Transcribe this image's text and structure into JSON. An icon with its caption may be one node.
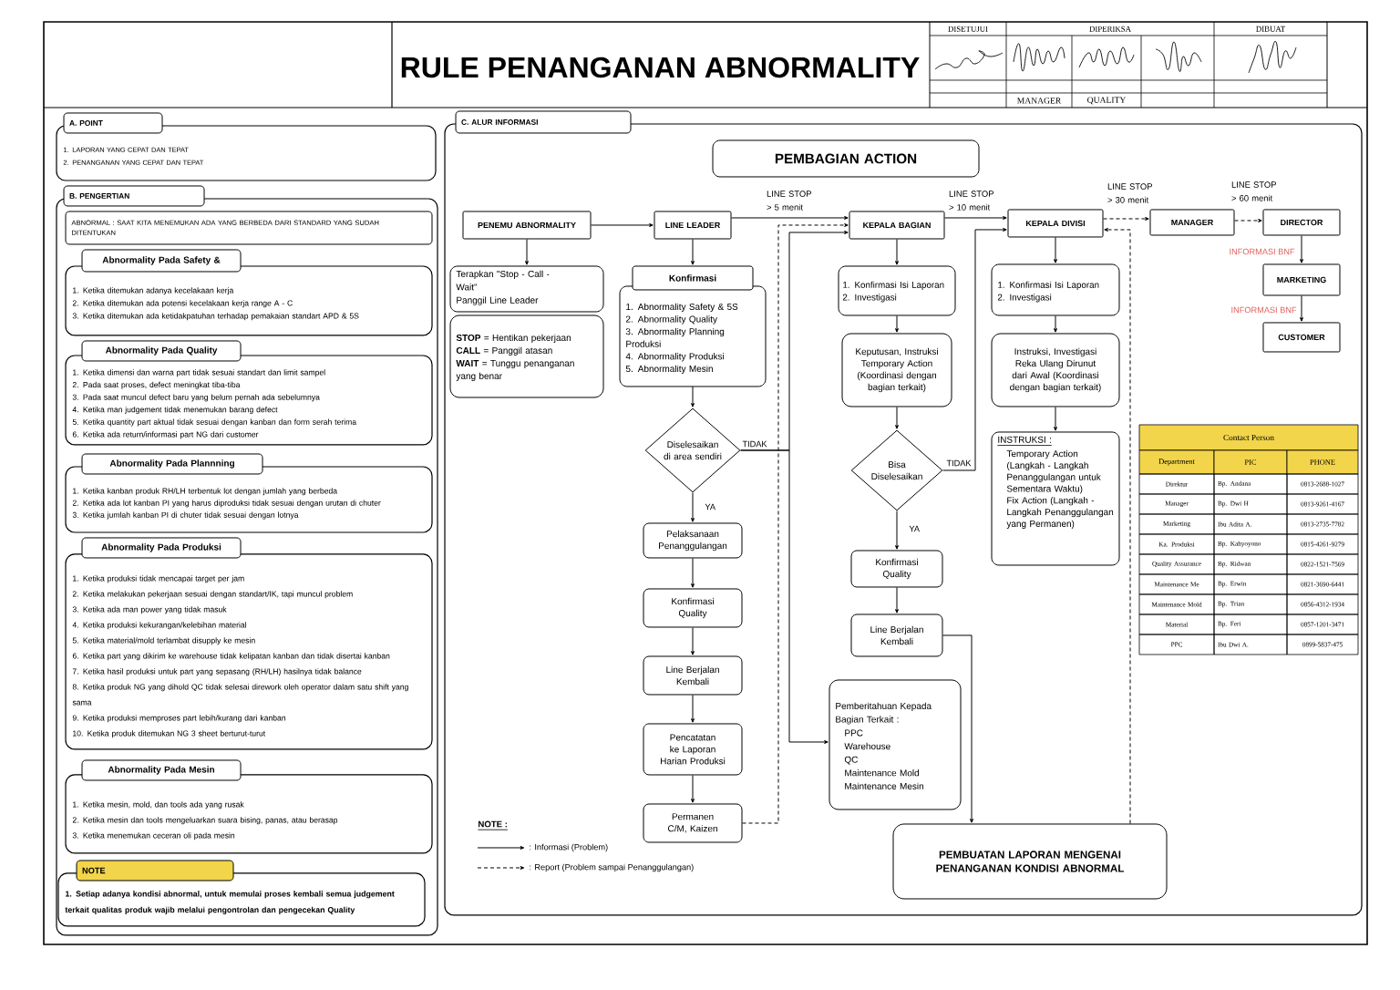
{
  "diagram": {
    "title": "RULE PENANGANAN ABNORMALITY",
    "nodes": [
      {
        "text": [
          "A. POINT",
          "1. LAPORAN YANG CEPAT DAN TEPAT",
          "2. PENANGANAN YANG CEPAT DAN TEPAT"
        ]
      },
      {
        "text": [
          "B. PENGERTIAN"
        ]
      },
      {
        "text": [
          "ABNORMAL : SAAT KITA MENEMUKAN ADA YANG BERBEDA DARI STANDARD YANG SUDAH DITENTUKAN"
        ],
        "in": 1
      },
      {
        "text": [
          "Abnormality Pada Safety &",
          "1. Ketika ditemukan adanya kecelakaan kerja",
          "2. Ketika ditemukan ada potensi kecelakaan kerja range A - C",
          "3. Ketika ditemukan ada ketidakpatuhan terhadap pemakaian standart APD & 5S"
        ],
        "in": 1
      },
      {
        "text": [
          "Abnormality Pada Quality",
          "1. Ketika dimensi dan warna part tidak sesuai standart dan limit sampel",
          "2. Pada saat proses, defect meningkat tiba-tiba",
          "3. Pada saat muncul defect baru yang belum pernah ada sebelumnya",
          "4. Ketika man judgement tidak menemukan barang defect",
          "5. Ketika quantity part aktual tidak sesuai dengan kanban dan form serah terima",
          "6. Ketika ada return/informasi part NG dari customer"
        ],
        "in": 1
      },
      {
        "text": [
          "Abnormality Pada Plannning",
          "1. Ketika kanban produk RH/LH terbentuk lot dengan jumlah yang berbeda",
          "2. Ketika ada lot kanban PI yang harus diproduksi tidak sesuai dengan urutan di chuter",
          "3. Ketika jumlah kanban PI di chuter tidak sesuai dengan lotnya"
        ],
        "in": 1
      },
      {
        "text": [
          "Abnormality Pada Produksi",
          "1. Ketika produksi tidak mencapai target per jam",
          "2. Ketika melakukan pekerjaan sesuai dengan standart/IK, tapi muncul problem",
          "3. Ketika ada man power yang tidak masuk",
          "4. Ketika produksi kekurangan/kelebihan material",
          "5. Ketika material/mold terlambat disupply ke mesin",
          "6. Ketika part yang dikirim ke warehouse tidak kelipatan kanban dan tidak disertai kanban",
          "7. Ketika hasil produksi untuk part yang sepasang (RH/LH) hasilnya tidak balance",
          "8. Ketika produk NG yang dihold QC tidak selesai dirework oleh operator dalam satu shift yang sama",
          "9. Ketika produksi memproses part lebih/kurang dari kanban",
          "10. Ketika produk ditemukan NG 3 sheet berturut-turut"
        ],
        "in": 1
      },
      {
        "text": [
          "Abnormality Pada Mesin",
          "1. Ketika mesin, mold, dan tools ada yang rusak",
          "2. Ketika mesin dan tools mengeluarkan suara bising, panas, atau berasap",
          "3. Ketika menemukan ceceran oli pada mesin"
        ],
        "in": 1
      },
      {
        "text": [
          "NOTE",
          "1. Setiap adanya kondisi abnormal, untuk memulai proses kembali semua judgement terkait qualitas produk wajib melalui pengontrolan dan pengecekan Quality"
        ],
        "in": 1
      },
      {
        "text": [
          "C. ALUR INFORMASI"
        ]
      },
      {
        "text": [
          "PEMBAGIAN ACTION"
        ],
        "in": 9
      },
      {
        "text": [
          "PENEMU ABNORMALITY"
        ],
        "in": 9
      },
      {
        "text": [
          "LINE LEADER"
        ],
        "in": 9
      },
      {
        "text": [
          "KEPALA BAGIAN"
        ],
        "in": 9
      },
      {
        "text": [
          "KEPALA DIVISI"
        ],
        "in": 9
      },
      {
        "text": [
          "MANAGER"
        ],
        "in": 9
      },
      {
        "text": [
          "DIRECTOR"
        ],
        "in": 9
      },
      {
        "text": [
          "MARKETING"
        ],
        "in": 9
      },
      {
        "text": [
          "CUSTOMER"
        ],
        "in": 9
      },
      {
        "text": [
          "Terapkan \"Stop - Call - Wait\"",
          "Panggil Line Leader"
        ],
        "in": 9
      },
      {
        "text": [
          "**STOP** = Hentikan pekerjaan",
          "**CALL** = Panggil atasan",
          "**WAIT** = Tunggu penanganan yang benar"
        ],
        "in": 9
      },
      {
        "text": [
          "Konfirmasi",
          "1. Abnormality Safety & 5S",
          "2. Abnormality Quality",
          "3. Abnormality Planning Produksi",
          "4. Abnormality Produksi",
          "5. Abnormality Mesin"
        ],
        "in": 9
      },
      {
        "text": [
          "Diselesaikan di area sendiri"
        ],
        "in": 9
      },
      {
        "text": [
          "Pelaksanaan Penanggulangan"
        ],
        "in": 9
      },
      {
        "text": [
          "Konfirmasi Quality"
        ],
        "in": 9
      },
      {
        "text": [
          "Line Berjalan Kembali"
        ],
        "in": 9
      },
      {
        "text": [
          "Pencatatan ke Laporan Harian Produksi"
        ],
        "in": 9
      },
      {
        "text": [
          "Permanen C/M, Kaizen"
        ],
        "in": 9
      },
      {
        "text": [
          "1. Konfirmasi Isi Laporan",
          "2. Investigasi"
        ],
        "in": 9
      },
      {
        "text": [
          "Keputusan, Instruksi Temporary Action (Koordinasi dengan bagian terkait)"
        ],
        "in": 9
      },
      {
        "text": [
          "Bisa Diselesaikan"
        ],
        "in": 9
      },
      {
        "text": [
          "Konfirmasi Quality"
        ],
        "in": 9
      },
      {
        "text": [
          "Line Berjalan Kembali"
        ],
        "in": 9
      },
      {
        "text": [
          "Pemberitahuan Kepada Bagian Terkait :",
          "PPC",
          "Warehouse",
          "QC",
          "Maintenance Mold",
          "Maintenance Mesin"
        ],
        "in": 9
      },
      {
        "text": [
          "1. Konfirmasi Isi Laporan",
          "2. Investigasi"
        ],
        "in": 9
      },
      {
        "text": [
          "Instruksi, Investigasi Reka Ulang Dirunut dari Awal (Koordinasi dengan bagian terkait)"
        ],
        "in": 9
      },
      {
        "text": [
          "INSTRUKSI :",
          "Temporary Action (Langkah - Langkah Penanggulangan untuk Sementara Waktu)",
          "Fix Action (Langkah - Langkah Penanggulangan yang Permanen)"
        ],
        "in": 9
      },
      {
        "text": [
          "PEMBUATAN LAPORAN MENGENAI PENANGANAN KONDISI ABNORMAL"
        ],
        "in": 9
      }
    ],
    "edges": [
      {
        "from": 11,
        "to": 12,
        "arrow": "to"
      },
      {
        "from": 12,
        "to": 13,
        "arrow": "to",
        "label": "LINE STOP > 5 menit"
      },
      {
        "from": 27,
        "to": 13,
        "arrow": "to",
        "style": "dashed"
      },
      {
        "from": 13,
        "to": 14,
        "arrow": "to",
        "label": "LINE STOP > 10 menit"
      },
      {
        "from": 14,
        "to": 15,
        "arrow": "to",
        "label": "LINE STOP > 30 menit",
        "style": "dashed"
      },
      {
        "from": 15,
        "to": 16,
        "arrow": "to",
        "label": "LINE STOP > 60 menit",
        "style": "dashed"
      },
      {
        "from": 37,
        "to": 14,
        "arrow": "to",
        "style": "dashed"
      },
      {
        "from": 16,
        "to": 17,
        "arrow": "to",
        "label": "INFORMASI BNF"
      },
      {
        "from": 17,
        "to": 18,
        "arrow": "to",
        "label": "INFORMASI BNF"
      },
      {
        "from": 11,
        "to": 19,
        "arrow": "to"
      },
      {
        "from": 12,
        "to": 21,
        "arrow": "to"
      },
      {
        "from": 21,
        "to": 22,
        "arrow": "to"
      },
      {
        "from": 22,
        "to": 13,
        "arrow": "to",
        "label": "TIDAK"
      },
      {
        "from": 22,
        "to": 33,
        "arrow": "to"
      },
      {
        "from": 22,
        "to": 23,
        "arrow": "to",
        "label": "YA"
      },
      {
        "from": 23,
        "to": 24,
        "arrow": "to"
      },
      {
        "from": 24,
        "to": 25,
        "arrow": "to"
      },
      {
        "from": 25,
        "to": 26,
        "arrow": "to"
      },
      {
        "from": 26,
        "to": 27,
        "arrow": "to"
      },
      {
        "from": 13,
        "to": 28,
        "arrow": "to"
      },
      {
        "from": 28,
        "to": 29,
        "arrow": "to"
      },
      {
        "from": 29,
        "to": 30,
        "arrow": "to"
      },
      {
        "from": 30,
        "to": 14,
        "arrow": "to",
        "label": "TIDAK"
      },
      {
        "from": 30,
        "to": 31,
        "arrow": "to",
        "label": "YA"
      },
      {
        "from": 31,
        "to": 32,
        "arrow": "to"
      },
      {
        "from": 32,
        "to": 37,
        "arrow": "to"
      },
      {
        "from": 14,
        "to": 34,
        "arrow": "to"
      },
      {
        "from": 34,
        "to": 35,
        "arrow": "to"
      },
      {
        "from": 35,
        "to": 36,
        "arrow": "to"
      }
    ],
    "labels": [
      "DISETUJUI",
      "DIPERIKSA",
      "DIBUAT",
      "MANAGER",
      "QUALITY",
      "Contact Person",
      "Department",
      "PIC",
      "PHONE",
      "Direktur",
      "Bp. Andana",
      "0813-2688-1027",
      "Manager",
      "Bp. Dwi H",
      "0813-9261-4167",
      "Marketing",
      "Ibu Adita A.",
      "0813-2735-7782",
      "Ka. Produksi",
      "Bp. Kahyoyono",
      "0815-4261-9279",
      "Quality Assurance",
      "Bp. Ridwan",
      "0822-1521-7569",
      "Maintenance Me",
      "Bp. Erwin",
      "0821-3690-6441",
      "Maintenance Mold",
      "Bp. Trian",
      "0856-4312-1934",
      "Material",
      "Bp. Feri",
      "0857-1201-3471",
      "PPC",
      "Ibu Dwi A.",
      "0899-5837-475",
      "NOTE :"
    ],
    "legend": [
      {
        "text": ": Informasi (Problem)"
      },
      {
        "text": ": Report (Problem sampai Penanggulangan)"
      }
    ]
  }
}
